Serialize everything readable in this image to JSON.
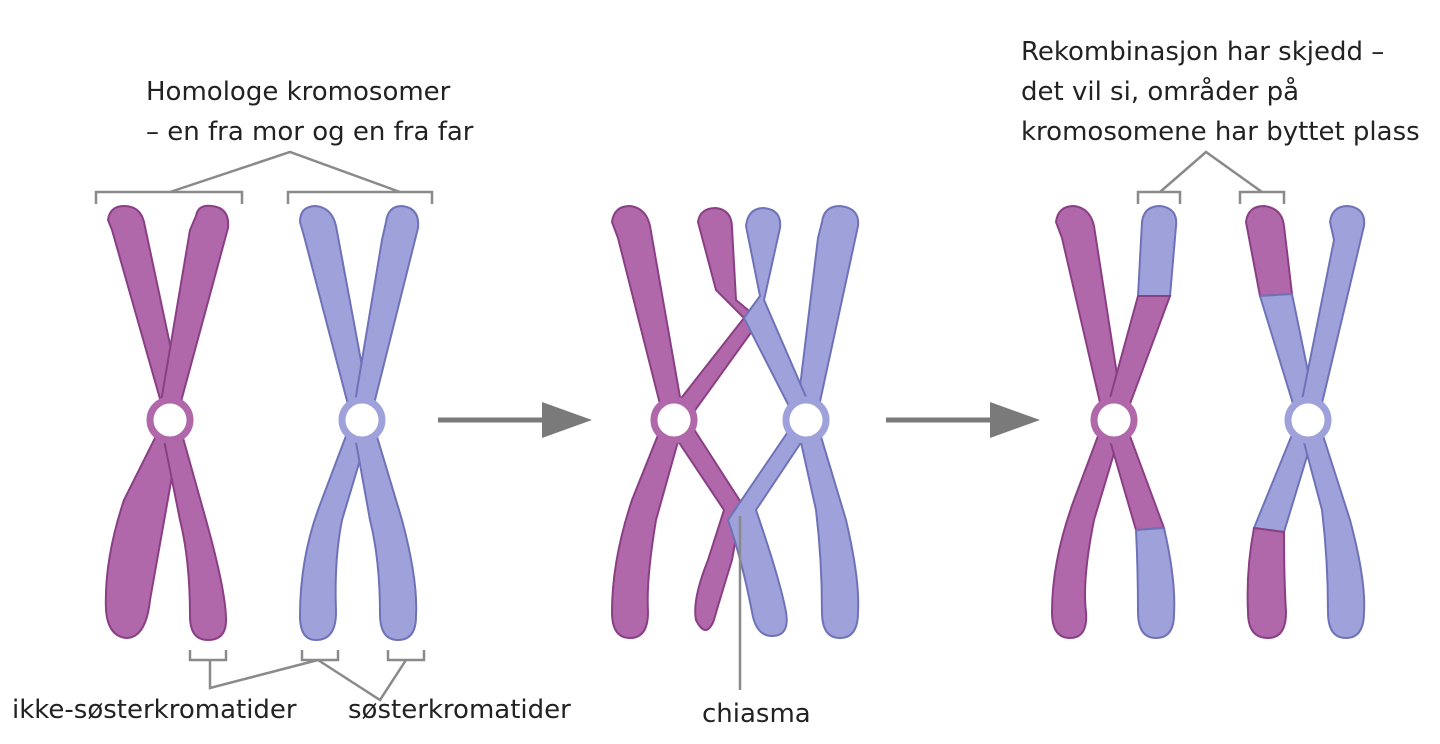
{
  "labels": {
    "homologous_line1": "Homologe kromosomer",
    "homologous_line2": "– en fra mor og en fra far",
    "recombination_line1": "Rekombinasjon har skjedd –",
    "recombination_line2": "det vil si, områder på",
    "recombination_line3": "kromosomene har byttet plass",
    "non_sister_chromatids": "ikke-søsterkromatider",
    "sister_chromatids": "søsterkromatider",
    "chiasma": "chiasma"
  },
  "colors": {
    "maternal": "#b068aa",
    "maternal_stroke": "#8a3f85",
    "paternal": "#9fa1da",
    "paternal_stroke": "#6f72b8",
    "arrow": "#7a7a7a",
    "bracket": "#8a8a8a",
    "centromere_fill": "#ffffff"
  },
  "icons": {
    "process_arrow": "right-arrow-icon"
  }
}
